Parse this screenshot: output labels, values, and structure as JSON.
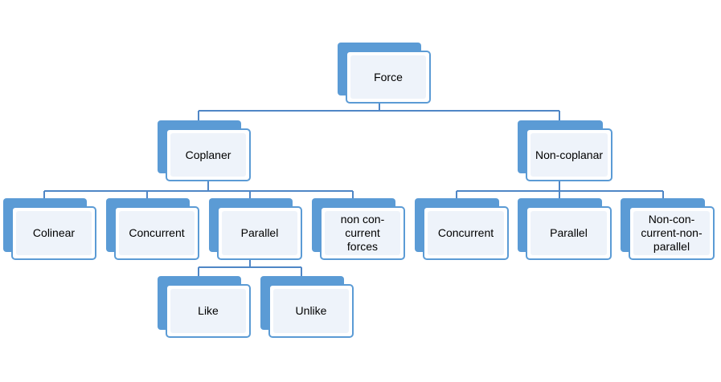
{
  "diagram": {
    "colors": {
      "box_dark": "#5b9bd5",
      "box_light": "#eef3fa",
      "connector": "#4f86c6"
    },
    "nodes": {
      "force": "Force",
      "coplaner": "Coplaner",
      "non_coplanar": "Non-coplanar",
      "colinear": "Colinear",
      "concurrent_1": "Concurrent",
      "parallel_1": "Parallel",
      "non_concurrent_forces": "non con-\ncurrent\nforces",
      "concurrent_2": "Concurrent",
      "parallel_2": "Parallel",
      "non_concurrent_non_parallel": "Non-con-\ncurrent-non-\nparallel",
      "like": "Like",
      "unlike": "Unlike"
    }
  }
}
